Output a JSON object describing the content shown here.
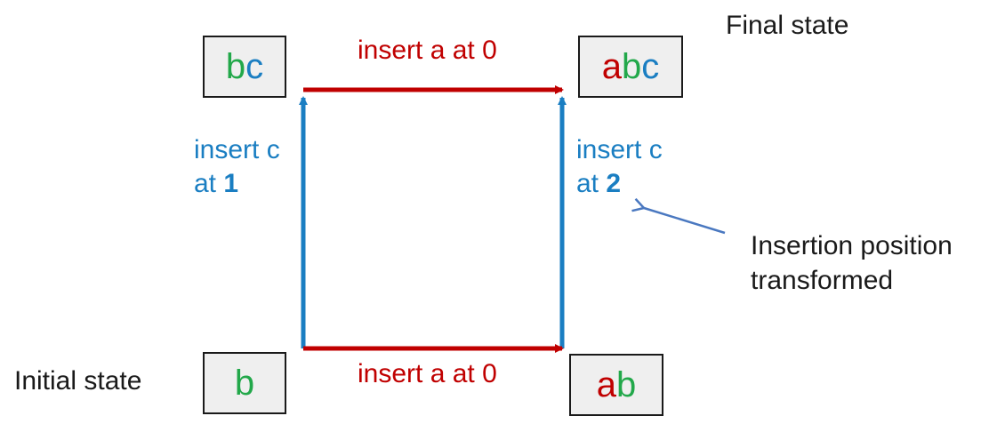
{
  "labels": {
    "final_state": "Final state",
    "initial_state": "Initial state",
    "top_op": "insert a at 0",
    "bottom_op": "insert a at 0",
    "left_op_line1": "insert c",
    "left_op_at": "at",
    "left_op_pos": "1",
    "right_op_line1": "insert c",
    "right_op_at": "at",
    "right_op_pos": "2",
    "annotation_line1": "Insertion position",
    "annotation_line2": "transformed"
  },
  "boxes": {
    "top_left": {
      "chars": [
        "b",
        "c"
      ]
    },
    "top_right": {
      "chars": [
        "a",
        "b",
        "c"
      ]
    },
    "bottom_left": {
      "chars": [
        "b"
      ]
    },
    "bottom_right": {
      "chars": [
        "a",
        "b"
      ]
    }
  },
  "colors": {
    "a": "#c00000",
    "b": "#22a84a",
    "c": "#1a7ec2",
    "red_arrow": "#c00000",
    "blue_arrow": "#1a7ec2",
    "pointer_arrow": "#4a78c0"
  }
}
